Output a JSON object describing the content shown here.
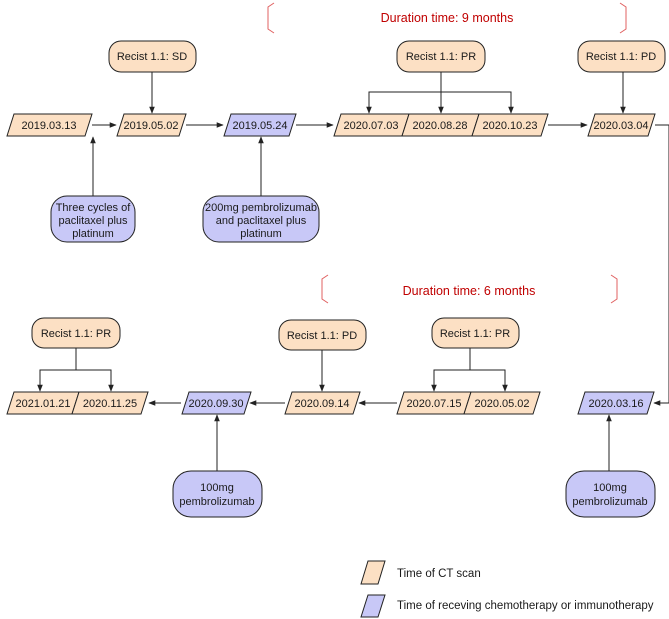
{
  "colors": {
    "ct_scan": "#fce0c4",
    "treatment": "#c8c8f7",
    "stroke": "#222222",
    "duration": "#c00000"
  },
  "durations": {
    "first": "Duration time: 9 months",
    "second": "Duration time: 6 months"
  },
  "row1": {
    "dates": [
      "2019.03.13",
      "2019.05.02",
      "2019.05.24",
      "2020.07.03",
      "2020.08.28",
      "2020.10.23",
      "2020.03.04"
    ],
    "recist": [
      "Recist 1.1: SD",
      "Recist 1.1: PR",
      "Recist 1.1: PD"
    ],
    "treatments": [
      [
        "Three cycles of",
        "paclitaxel plus",
        "platinum"
      ],
      [
        "200mg pembrolizumab",
        "and paclitaxel plus",
        "platinum"
      ]
    ]
  },
  "row2": {
    "dates": [
      "2021.01.21",
      "2020.11.25",
      "2020.09.30",
      "2020.09.14",
      "2020.07.15",
      "2020.05.02",
      "2020.03.16"
    ],
    "recist": [
      "Recist 1.1: PR",
      "Recist 1.1: PD",
      "Recist 1.1: PR"
    ],
    "treatments": [
      [
        "100mg",
        "pembrolizumab"
      ],
      [
        "100mg",
        "pembrolizumab"
      ]
    ]
  },
  "legend": {
    "ct_scan": "Time of CT scan",
    "treatment": "Time of receving chemotherapy or immunotherapy"
  }
}
